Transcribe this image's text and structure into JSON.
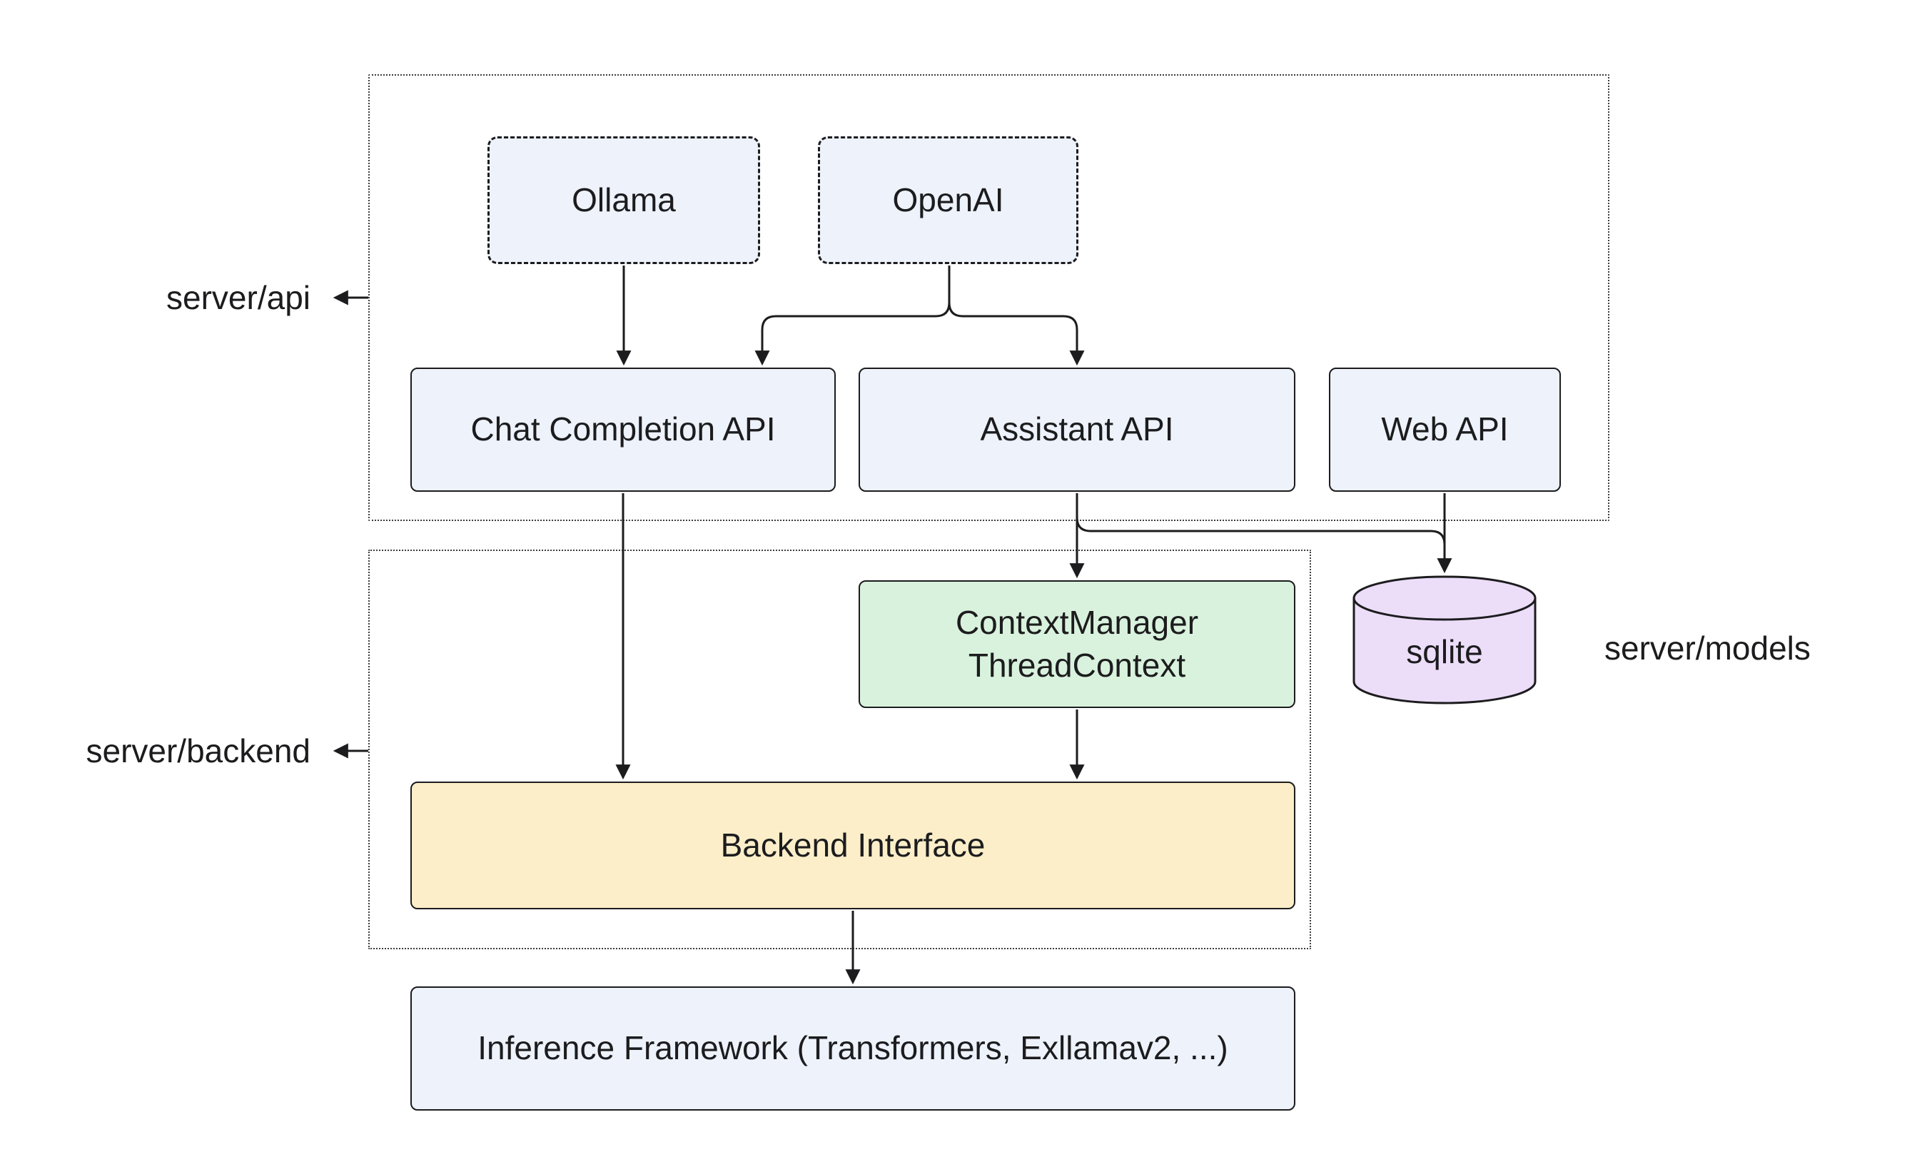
{
  "diagram": {
    "colors": {
      "stroke": "#1c1c1e",
      "background": "#ffffff",
      "node_blue": "#edf2fb",
      "node_green": "#d9f2dd",
      "node_yellow": "#fbeec9",
      "node_purple": "#ecddf9"
    },
    "groups": {
      "server_api": {
        "label": "server/api"
      },
      "server_backend": {
        "label": "server/backend"
      },
      "server_models": {
        "label": "server/models"
      }
    },
    "nodes": {
      "ollama": {
        "label": "Ollama",
        "fill": "#edf2fb"
      },
      "openai": {
        "label": "OpenAI",
        "fill": "#edf2fb"
      },
      "chat_completion_api": {
        "label": "Chat Completion API",
        "fill": "#edf2fb"
      },
      "assistant_api": {
        "label": "Assistant API",
        "fill": "#edf2fb"
      },
      "web_api": {
        "label": "Web API",
        "fill": "#edf2fb"
      },
      "context_manager": {
        "line1": "ContextManager",
        "line2": "ThreadContext",
        "fill": "#d9f2dd"
      },
      "sqlite": {
        "label": "sqlite",
        "fill": "#ecddf9"
      },
      "backend_interface": {
        "label": "Backend Interface",
        "fill": "#fbeec9"
      },
      "inference_framework": {
        "label": "Inference Framework (Transformers, Exllamav2, ...)",
        "fill": "#edf2fb"
      }
    },
    "edges": [
      {
        "from": "Ollama",
        "to": "Chat Completion API"
      },
      {
        "from": "OpenAI",
        "to": "Chat Completion API"
      },
      {
        "from": "OpenAI",
        "to": "Assistant API"
      },
      {
        "from": "Chat Completion API",
        "to": "Backend Interface"
      },
      {
        "from": "Assistant API",
        "to": "ContextManager ThreadContext"
      },
      {
        "from": "Assistant API",
        "to": "sqlite"
      },
      {
        "from": "Web API",
        "to": "sqlite"
      },
      {
        "from": "ContextManager ThreadContext",
        "to": "Backend Interface"
      },
      {
        "from": "Backend Interface",
        "to": "Inference Framework (Transformers, Exllamav2, ...)"
      }
    ]
  }
}
